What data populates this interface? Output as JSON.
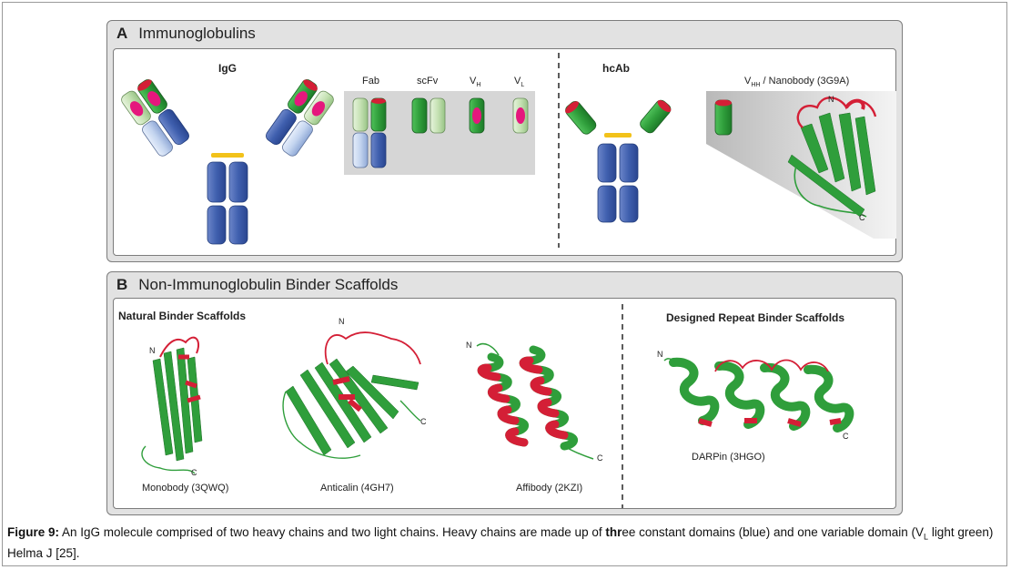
{
  "panel_a": {
    "letter": "A",
    "title": "Immunoglobulins",
    "igg_label": "IgG",
    "frag_labels": [
      "Fab",
      "scFv",
      "V",
      "V"
    ],
    "frag_subs": [
      "H",
      "L"
    ],
    "hcab_label": "hcAb",
    "nanobody_label": "V",
    "nanobody_sub": "HH",
    "nanobody_rest": " / Nanobody (3G9A)",
    "n_label": "N",
    "c_label": "C"
  },
  "panel_b": {
    "letter": "B",
    "title": "Non-Immunoglobulin Binder Scaffolds",
    "natural_heading": "Natural Binder Scaffolds",
    "designed_heading": "Designed Repeat Binder Scaffolds",
    "monobody": "Monobody (3QWQ)",
    "anticalin": "Anticalin (4GH7)",
    "affibody": "Affibody (2KZI)",
    "darpin": "DARPin (3HGO)",
    "n_label": "N",
    "c_label": "C"
  },
  "caption": {
    "fig": "Figure 9:",
    "text1": " An IgG molecule comprised of two heavy chains and two light chains. Heavy chains are made up of ",
    "bold_word": "thr",
    "text2": "ee constant domains (blue) and one variable domain (V",
    "sub": "L",
    "text3": " light green) Helma J [25]."
  },
  "colors": {
    "heavy_blue": "#3f5fae",
    "light_blue": "#c3d4ef",
    "green": "#2f9e3b",
    "light_green": "#c6e2b4",
    "red": "#d41f36",
    "pink": "#e5177d",
    "hinge": "#f2c21a"
  }
}
